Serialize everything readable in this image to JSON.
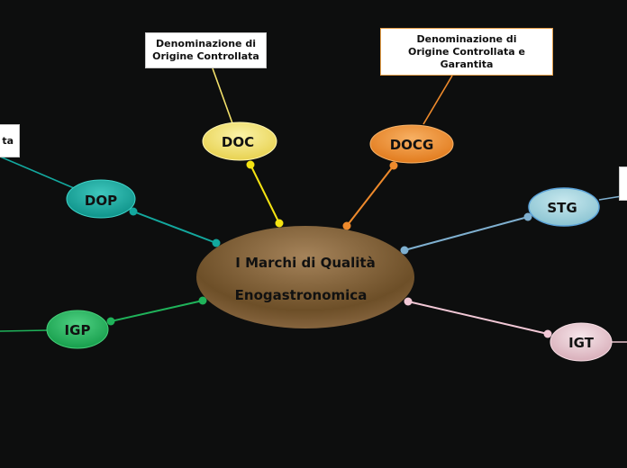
{
  "center": {
    "line1": "I Marchi di Qualità",
    "line2": "Enogastronomica",
    "color": "#8a6538"
  },
  "nodes": {
    "doc": {
      "label": "DOC",
      "color": "#f2e06a"
    },
    "docg": {
      "label": "DOCG",
      "color": "#ee8a2c"
    },
    "dop": {
      "label": "DOP",
      "color": "#13a89e"
    },
    "stg": {
      "label": "STG",
      "color": "#9dd0dc"
    },
    "igp": {
      "label": "IGP",
      "color": "#1fb35a"
    },
    "igt": {
      "label": "IGT",
      "color": "#e7c2cb"
    }
  },
  "notes": {
    "doc": {
      "line1": "Denominazione di",
      "line2": "Origine Controllata"
    },
    "docg": {
      "line1": "Denominazione di",
      "line2": "Origine Controllata e",
      "line3": "Garantita"
    },
    "dop": {
      "text": "ta"
    }
  }
}
